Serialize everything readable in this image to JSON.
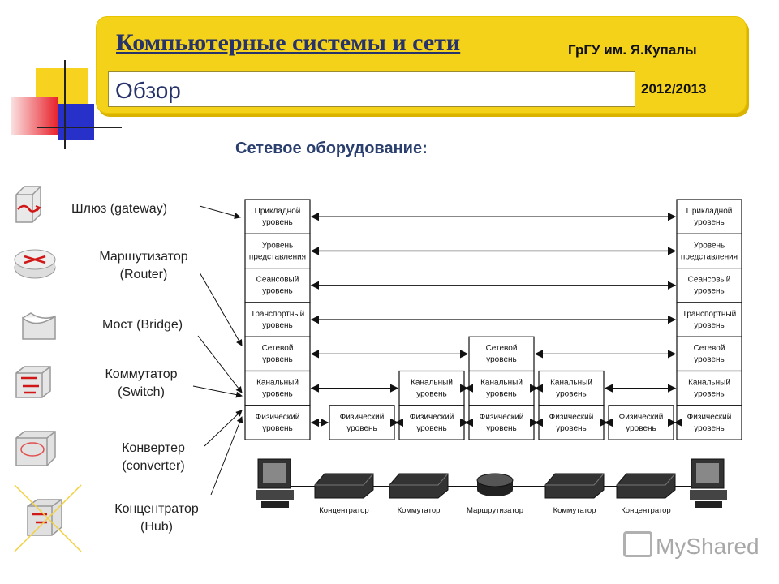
{
  "header": {
    "course_title": "Компьютерные системы и сети",
    "university": "ГрГУ им. Я.Купалы",
    "section": "Обзор",
    "year": "2012/2013"
  },
  "slide_title": "Сетевое оборудование:",
  "devices": [
    {
      "label_lines": [
        "Шлюз (gateway)"
      ],
      "icon": "gateway-icon"
    },
    {
      "label_lines": [
        "Маршутизатор",
        "(Router)"
      ],
      "icon": "router-icon"
    },
    {
      "label_lines": [
        "Мост (Bridge)"
      ],
      "icon": "bridge-icon"
    },
    {
      "label_lines": [
        "Коммутатор",
        "(Switch)"
      ],
      "icon": "switch-icon"
    },
    {
      "label_lines": [
        "Конвертер",
        "(converter)"
      ],
      "icon": "converter-icon"
    },
    {
      "label_lines": [
        "Концентратор",
        "(Hub)"
      ],
      "icon": "hub-icon"
    }
  ],
  "osi_layers": [
    [
      "Прикладной",
      "уровень"
    ],
    [
      "Уровень",
      "представления"
    ],
    [
      "Сеансовый",
      "уровень"
    ],
    [
      "Транспортный",
      "уровень"
    ],
    [
      "Сетевой",
      "уровень"
    ],
    [
      "Канальный",
      "уровень"
    ],
    [
      "Физический",
      "уровень"
    ]
  ],
  "equipment_labels": [
    "Концентратор",
    "Коммутатор",
    "Маршрутизатор",
    "Коммутатор",
    "Концентратор"
  ],
  "watermark": "MyShared",
  "colors": {
    "banner": "#f5d21a",
    "title_text": "#27336b",
    "deco_yellow": "#f7d21e",
    "deco_red": "#e8202a",
    "deco_blue": "#2730c8"
  }
}
